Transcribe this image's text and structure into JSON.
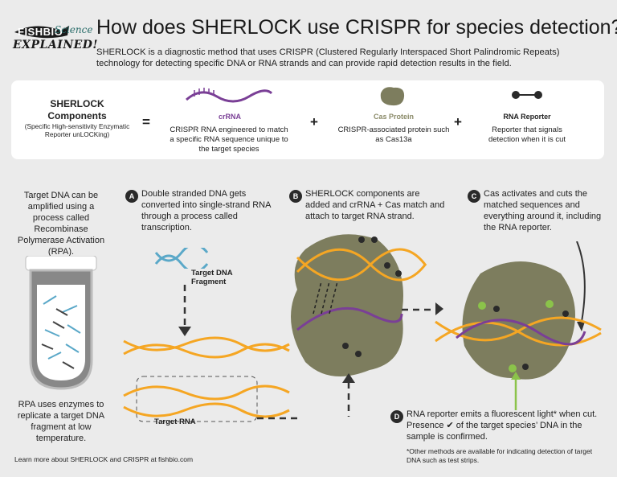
{
  "logo": {
    "fishbio": "FISHBIO",
    "science": "Science",
    "explained": "EXPLAINED!"
  },
  "title": "How does SHERLOCK use CRISPR for species detection?",
  "intro": "SHERLOCK is a diagnostic method that uses CRISPR (Clustered Regularly Interspaced Short Palindromic Repeats) technology for detecting specific DNA or RNA strands and can provide rapid detection results in the field.",
  "components": {
    "title": "SHERLOCK Components",
    "subtitle": "(Specific High-sensitivity Enzymatic Reporter unLOCKing)",
    "equals": "=",
    "plus": "+",
    "crrna": {
      "head": "crRNA",
      "text": "CRISPR RNA engineered to match a specific RNA sequence unique to the target species",
      "color": "#7a3f96"
    },
    "cas": {
      "head": "Cas Protein",
      "text": "CRISPR-associated protein such as Cas13a",
      "color": "#8a8a68"
    },
    "reporter": {
      "head": "RNA Reporter",
      "text": "Reporter that signals detection when it is cut",
      "color": "#2a2a2a"
    }
  },
  "left": {
    "top_text": "Target DNA can be amplified using a process called Recombinase Polymerase Activation (RPA).",
    "bottom_text": "RPA uses enzymes to replicate a target DNA fragment at low temperature.",
    "learn_more": "Learn more about SHERLOCK and CRISPR at fishbio.com"
  },
  "steps": {
    "a": {
      "badge": "A",
      "text": "Double stranded DNA gets converted into single-strand RNA through a process called transcription."
    },
    "b": {
      "badge": "B",
      "text": "SHERLOCK components are added and crRNA + Cas match and attach to target RNA strand."
    },
    "c": {
      "badge": "C",
      "text": "Cas activates and cuts the matched sequences and everything around it, including the RNA reporter."
    },
    "d": {
      "badge": "D",
      "text": "RNA reporter emits a fluorescent light* when cut. Presence ✔ of the target species’ DNA in the sample is confirmed."
    }
  },
  "labels": {
    "dna_fragment": "Target DNA Fragment",
    "target_rna": "Target RNA"
  },
  "footnote": "*Other methods are available for indicating detection of target DNA such as test strips.",
  "colors": {
    "orange": "#f5a623",
    "purple": "#7a3f96",
    "cas": "#7d7d5e",
    "green": "#8bc34a",
    "dna": "#5aa8c8"
  }
}
